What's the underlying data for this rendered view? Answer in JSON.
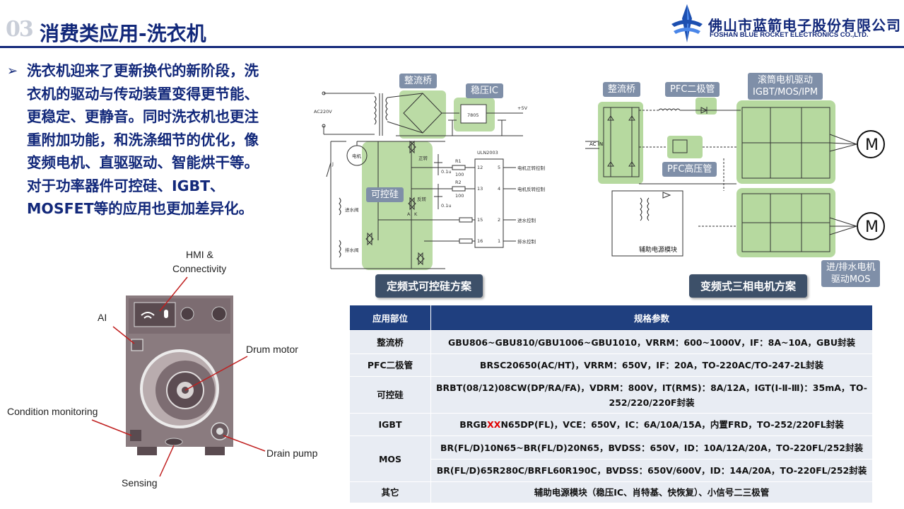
{
  "header": {
    "number": "03",
    "title": "消费类应用-洗衣机",
    "company_cn": "佛山市蓝箭电子股份有限公司",
    "company_en": "FOSHAN BLUE ROCKET ELECTRONICS CO.,LTD."
  },
  "intro": {
    "bullet": "➢",
    "lines": [
      "洗衣机迎来了更新换代的新阶段，洗",
      "衣机的驱动与传动装置变得更节能、",
      "更稳定、更静音。同时洗衣机也更注",
      "重附加功能，和洗涤细节的优化，像",
      "变频电机、直驱驱动、智能烘干等。",
      "对于功率器件可控硅、IGBT、",
      "MOSFET等的应用也更加差异化。"
    ]
  },
  "washer": {
    "labels": {
      "hmi": "HMI &",
      "connectivity": "Connectivity",
      "ai": "AI",
      "drum_motor": "Drum motor",
      "condition_monitoring": "Condition monitoring",
      "drain_pump": "Drain pump",
      "sensing": "Sensing"
    }
  },
  "left_circuit": {
    "labels": {
      "rectifier": "整流桥",
      "regulator": "稳压IC",
      "scr": "可控硅"
    },
    "caption": "定频式可控硅方案",
    "texts": {
      "ac": "AC220V",
      "motor": "电机",
      "chip": "ULN2003",
      "reg": "7805",
      "v5": "+5V",
      "r1": "R1",
      "r1v": "100",
      "r2": "R2",
      "r2v": "100",
      "cap1": "0.1u",
      "cap2": "0.1u",
      "fwd": "正转",
      "rev": "反转",
      "inlet": "进水阀",
      "drain": "排水阀",
      "sw": "J",
      "p12": "12",
      "p13": "13",
      "p15": "15",
      "p16": "16",
      "p5": "5",
      "p4": "4",
      "p2": "2",
      "p1": "1",
      "o1": "电机正转控制",
      "o2": "电机反转控制",
      "o3": "进水控制",
      "o4": "排水控制",
      "ak_a": "A",
      "ak_k": "K"
    }
  },
  "right_circuit": {
    "labels": {
      "rectifier": "整流桥",
      "pfc_diode": "PFC二极管",
      "drum_driver_1": "滚筒电机驱动",
      "drum_driver_2": "IGBT/MOS/IPM",
      "pfc_mos": "PFC高压管",
      "pump_driver_1": "进/排水电机",
      "pump_driver_2": "驱动MOS"
    },
    "caption": "变频式三相电机方案",
    "texts": {
      "ac_in": "AC IN",
      "aux": "辅助电源模块",
      "motor": "M"
    }
  },
  "table": {
    "headers": [
      "应用部位",
      "规格参数"
    ],
    "rows": [
      {
        "part": "整流桥",
        "spec": "GBU806~GBU810/GBU1006~GBU1010，VRRM：600~1000V，IF：8A~10A，GBU封装"
      },
      {
        "part": "PFC二极管",
        "spec": "BRSC20650(AC/HT)，VRRM：650V，IF：20A，TO-220AC/TO-247-2L封装"
      },
      {
        "part": "可控硅",
        "spec": "BRBT(08/12)08CW(DP/RA/FA)，VDRM：800V，IT(RMS)：8A/12A，IGT(Ⅰ-Ⅱ-Ⅲ)：35mA，TO-252/220/220F封装"
      },
      {
        "part": "IGBT",
        "spec_pre": "BRGB",
        "spec_red": "XX",
        "spec_post": "N65DP(FL)，VCE：650V，IC：6A/10A/15A，内置FRD，TO-252/220FL封装"
      },
      {
        "part": "MOS",
        "spec": "BR(FL/D)10N65~BR(FL/D)20N65，BVDSS：650V，ID：10A/12A/20A，TO-220FL/252封装",
        "spec2": "BR(FL/D)65R280C/BRFL60R190C，BVDSS：650V/600V，ID：14A/20A，TO-220FL/252封装"
      },
      {
        "part": "其它",
        "spec": "辅助电源模块（稳压IC、肖特基、快恢复）、小信号二三极管"
      }
    ]
  }
}
